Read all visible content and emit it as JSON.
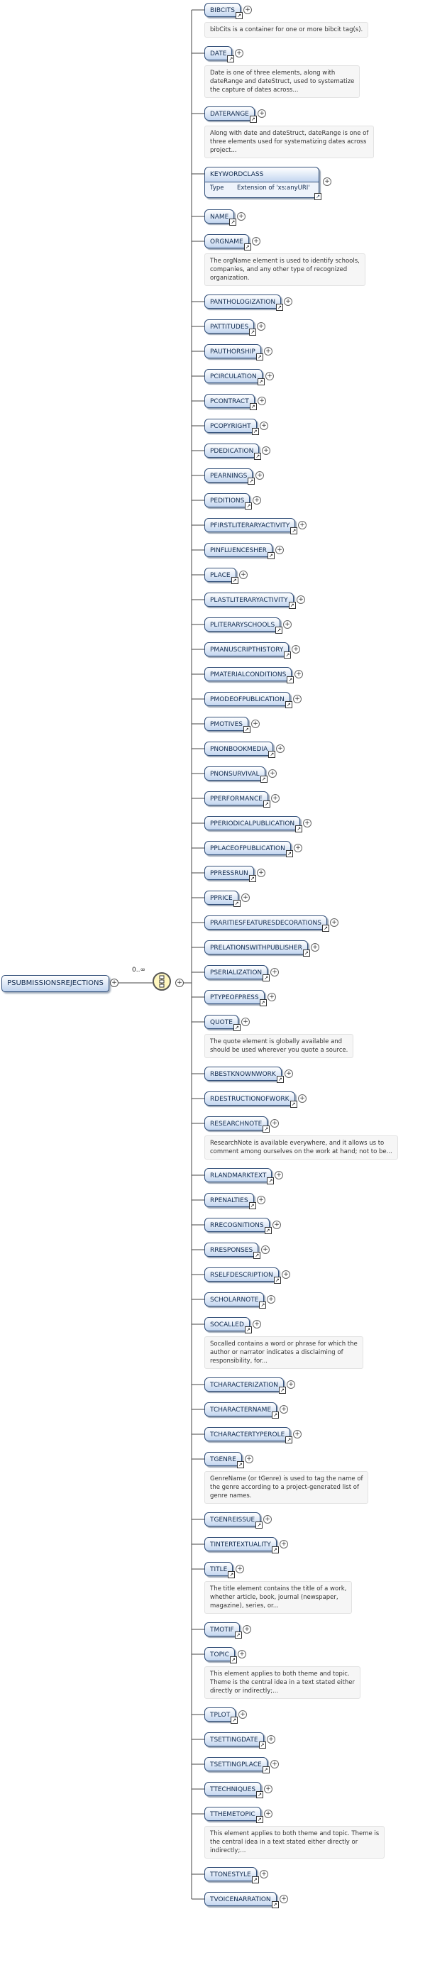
{
  "root": {
    "label": "PSUBMISSIONSREJECTIONS",
    "occurs": "0..∞"
  },
  "sequence_icon": "sequence-compositor-icon",
  "expand_symbol": "+",
  "link_symbol": "↗",
  "keyword_class": {
    "label": "KEYWORDCLASS",
    "type_label": "Type",
    "type_value": "Extension of 'xs:anyURI'"
  },
  "elements": [
    {
      "label": "BIBCITS",
      "doc": "bibCits is a container for one or more bibcit tag(s)."
    },
    {
      "label": "DATE",
      "doc": "Date is one of three elements, along with\ndateRange and dateStruct, used to systematize\nthe capture of dates across..."
    },
    {
      "label": "DATERANGE",
      "doc": "Along with date and dateStruct, dateRange is one of\nthree elements used for systematizing dates across\nproject..."
    },
    {
      "label": "KEYWORDCLASS",
      "doc": ""
    },
    {
      "label": "NAME",
      "doc": ""
    },
    {
      "label": "ORGNAME",
      "doc": "The orgName element is used to identify schools,\ncompanies, and any other type of recognized\norganization."
    },
    {
      "label": "PANTHOLOGIZATION",
      "doc": ""
    },
    {
      "label": "PATTITUDES",
      "doc": ""
    },
    {
      "label": "PAUTHORSHIP",
      "doc": ""
    },
    {
      "label": "PCIRCULATION",
      "doc": ""
    },
    {
      "label": "PCONTRACT",
      "doc": ""
    },
    {
      "label": "PCOPYRIGHT",
      "doc": ""
    },
    {
      "label": "PDEDICATION",
      "doc": ""
    },
    {
      "label": "PEARNINGS",
      "doc": ""
    },
    {
      "label": "PEDITIONS",
      "doc": ""
    },
    {
      "label": "PFIRSTLITERARYACTIVITY",
      "doc": ""
    },
    {
      "label": "PINFLUENCESHER",
      "doc": ""
    },
    {
      "label": "PLACE",
      "doc": ""
    },
    {
      "label": "PLASTLITERARYACTIVITY",
      "doc": ""
    },
    {
      "label": "PLITERARYSCHOOLS",
      "doc": ""
    },
    {
      "label": "PMANUSCRIPTHISTORY",
      "doc": ""
    },
    {
      "label": "PMATERIALCONDITIONS",
      "doc": ""
    },
    {
      "label": "PMODEOFPUBLICATION",
      "doc": ""
    },
    {
      "label": "PMOTIVES",
      "doc": ""
    },
    {
      "label": "PNONBOOKMEDIA",
      "doc": ""
    },
    {
      "label": "PNONSURVIVAL",
      "doc": ""
    },
    {
      "label": "PPERFORMANCE",
      "doc": ""
    },
    {
      "label": "PPERIODICALPUBLICATION",
      "doc": ""
    },
    {
      "label": "PPLACEOFPUBLICATION",
      "doc": ""
    },
    {
      "label": "PPRESSRUN",
      "doc": ""
    },
    {
      "label": "PPRICE",
      "doc": ""
    },
    {
      "label": "PRARITIESFEATURESDECORATIONS",
      "doc": ""
    },
    {
      "label": "PRELATIONSWITHPUBLISHER",
      "doc": ""
    },
    {
      "label": "PSERIALIZATION",
      "doc": ""
    },
    {
      "label": "PTYPEOFPRESS",
      "doc": ""
    },
    {
      "label": "QUOTE",
      "doc": "The quote element is globally available and\nshould be used wherever you quote a source."
    },
    {
      "label": "RBESTKNOWNWORK",
      "doc": ""
    },
    {
      "label": "RDESTRUCTIONOFWORK",
      "doc": ""
    },
    {
      "label": "RESEARCHNOTE",
      "doc": "ResearchNote is available everywhere, and it allows us to\ncomment among ourselves on the work at hand; not to be..."
    },
    {
      "label": "RLANDMARKTEXT",
      "doc": ""
    },
    {
      "label": "RPENALTIES",
      "doc": ""
    },
    {
      "label": "RRECOGNITIONS",
      "doc": ""
    },
    {
      "label": "RRESPONSES",
      "doc": ""
    },
    {
      "label": "RSELFDESCRIPTION",
      "doc": ""
    },
    {
      "label": "SCHOLARNOTE",
      "doc": ""
    },
    {
      "label": "SOCALLED",
      "doc": "Socalled contains a word or phrase for which the\nauthor or narrator indicates a disclaiming of\nresponsibility, for..."
    },
    {
      "label": "TCHARACTERIZATION",
      "doc": ""
    },
    {
      "label": "TCHARACTERNAME",
      "doc": ""
    },
    {
      "label": "TCHARACTERTYPEROLE",
      "doc": ""
    },
    {
      "label": "TGENRE",
      "doc": "GenreName (or tGenre) is used to tag the name of\nthe genre according to a project-generated list of\ngenre names."
    },
    {
      "label": "TGENREISSUE",
      "doc": ""
    },
    {
      "label": "TINTERTEXTUALITY",
      "doc": ""
    },
    {
      "label": "TITLE",
      "doc": "The title element contains the title of a work,\nwhether article, book, journal (newspaper,\nmagazine), series, or..."
    },
    {
      "label": "TMOTIF",
      "doc": ""
    },
    {
      "label": "TOPIC",
      "doc": "This element applies to both theme and topic.\nTheme is the central idea in a text stated either\ndirectly or indirectly;..."
    },
    {
      "label": "TPLOT",
      "doc": ""
    },
    {
      "label": "TSETTINGDATE",
      "doc": ""
    },
    {
      "label": "TSETTINGPLACE",
      "doc": ""
    },
    {
      "label": "TTECHNIQUES",
      "doc": ""
    },
    {
      "label": "TTHEMETOPIC",
      "doc": "This element applies to both theme and topic. Theme is\nthe central idea in a text stated either directly or\nindirectly;..."
    },
    {
      "label": "TTONESTYLE",
      "doc": ""
    },
    {
      "label": "TVOICENARRATION",
      "doc": ""
    }
  ]
}
